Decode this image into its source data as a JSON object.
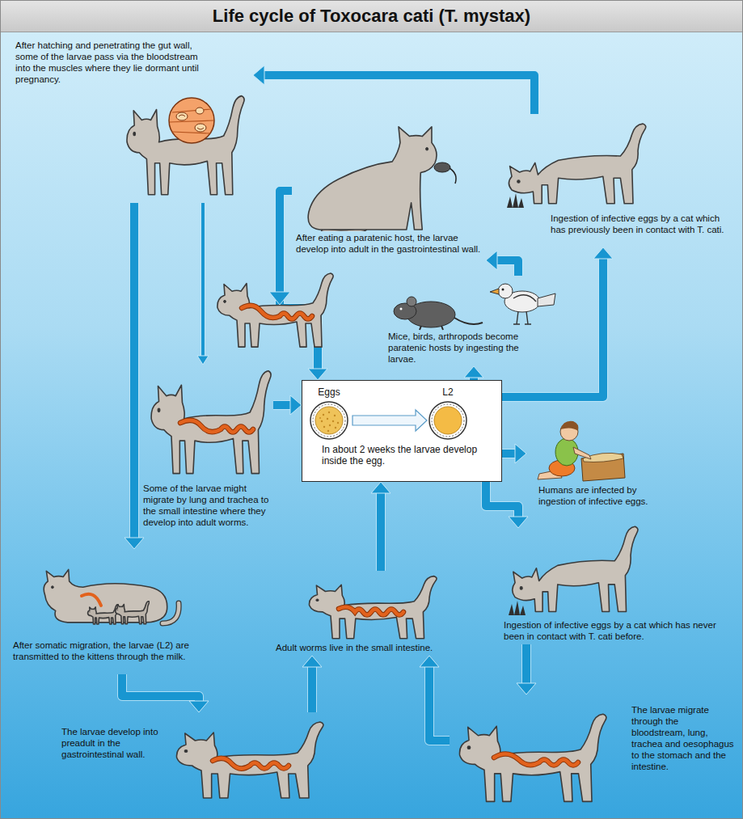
{
  "diagram": {
    "title": "Life cycle of Toxocara cati (T. mystax)",
    "nodes": [
      {
        "text": [
          "After hatching and penetrating the gut wall, some of the larvae pass via the bloodstream into the muscles where they lie dormant until pregnancy."
        ]
      },
      {
        "text": [
          "After eating a paratenic host, the larvae develop into adult in the gastrointestinal wall."
        ]
      },
      {
        "text": [
          "Ingestion of infective eggs by a cat which has previously been in contact with T. cati."
        ]
      },
      {
        "text": [
          "Mice, birds, arthropods become paratenic hosts by ingesting the larvae."
        ]
      },
      {
        "text": [
          "Some of the larvae might migrate by lung and trachea to the small intestine where they develop into adult worms."
        ]
      },
      {
        "text": [
          "Eggs",
          "L2",
          "In about 2 weeks the larvae develop inside the egg."
        ]
      },
      {
        "text": [
          "Humans are infected by ingestion of infective eggs."
        ]
      },
      {
        "text": [
          "After somatic migration, the larvae (L2) are transmitted to the kittens through the milk."
        ]
      },
      {
        "text": [
          "Ingestion of infective eggs by a cat which has never been in contact with T. cati before."
        ]
      },
      {
        "text": [
          "Adult worms live in the small intestine."
        ]
      },
      {
        "text": [
          "The larvae develop into preadult in the gastrointestinal wall."
        ]
      },
      {
        "text": [
          "The larvae migrate through the bloodstream, lung, trachea and oesophagus to the stomach and the intestine."
        ]
      }
    ],
    "edges": [
      {
        "from": 0,
        "to": 7,
        "arrow": "to"
      },
      {
        "from": 0,
        "to": 4,
        "arrow": "to"
      },
      {
        "from": 1,
        "to": 5,
        "arrow": "to"
      },
      {
        "from": 2,
        "to": 0,
        "arrow": "to"
      },
      {
        "from": 3,
        "to": 1,
        "arrow": "to"
      },
      {
        "from": 4,
        "to": 5,
        "arrow": "to"
      },
      {
        "from": 5,
        "to": 3,
        "arrow": "to"
      },
      {
        "from": 5,
        "to": 2,
        "arrow": "to"
      },
      {
        "from": 5,
        "to": 6,
        "arrow": "to"
      },
      {
        "from": 5,
        "to": 8,
        "arrow": "to"
      },
      {
        "from": 7,
        "to": 10,
        "arrow": "to"
      },
      {
        "from": 10,
        "to": 9,
        "arrow": "to"
      },
      {
        "from": 9,
        "to": 5,
        "arrow": "to"
      },
      {
        "from": 8,
        "to": 11,
        "arrow": "to"
      },
      {
        "from": 11,
        "to": 9,
        "arrow": "to"
      }
    ]
  }
}
